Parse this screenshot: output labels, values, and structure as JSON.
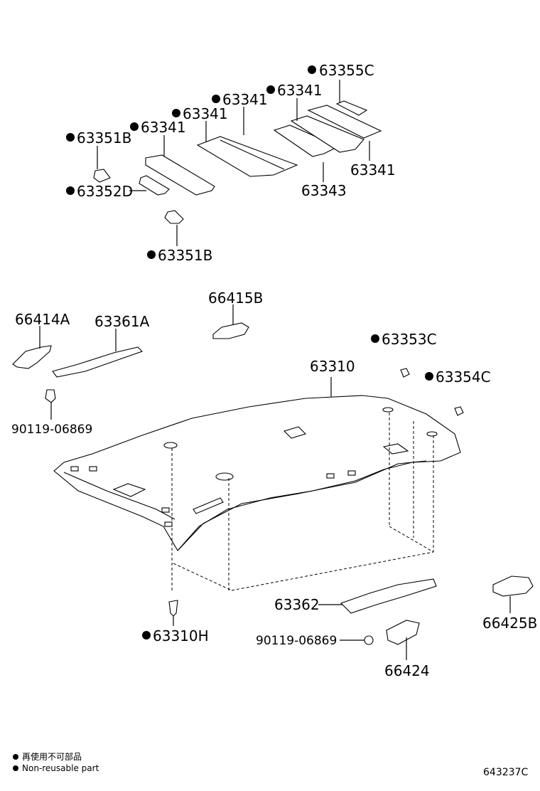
{
  "parts": {
    "p63355C": "63355C",
    "p63341_a": "63341",
    "p63341_b": "63341",
    "p63341_c": "63341",
    "p63341_d": "63341",
    "p63341_e": "63341",
    "p63351B_top": "63351B",
    "p63352D": "63352D",
    "p63343": "63343",
    "p63351B_bottom": "63351B",
    "p66415B": "66415B",
    "p66414A": "66414A",
    "p63361A": "63361A",
    "p63353C": "63353C",
    "p63310": "63310",
    "p63354C": "63354C",
    "p90119_left": "90119-06869",
    "p63362": "63362",
    "p66425B": "66425B",
    "p63310H": "63310H",
    "p90119_right": "90119-06869",
    "p66424": "66424"
  },
  "legend": {
    "japanese": "再使用不可部品",
    "english": "Non-reusable part"
  },
  "diagram_code": "643237C"
}
